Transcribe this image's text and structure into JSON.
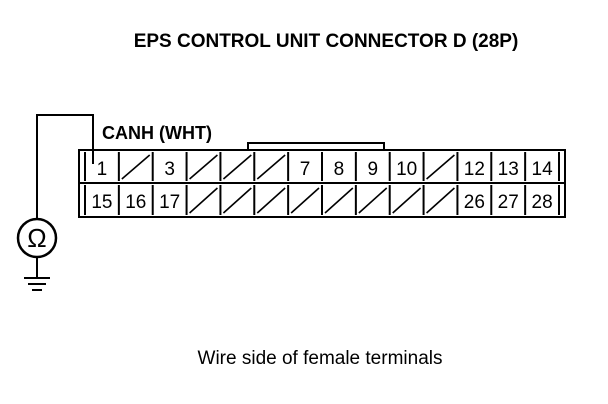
{
  "title": "EPS CONTROL UNIT CONNECTOR D (28P)",
  "probe_label": "CANH (WHT)",
  "caption": "Wire side of female terminals",
  "meter_symbol": "Ω",
  "connector": {
    "top_row": [
      "1",
      "",
      "3",
      "",
      "",
      "",
      "7",
      "8",
      "9",
      "10",
      "",
      "12",
      "13",
      "14"
    ],
    "bottom_row": [
      "15",
      "16",
      "17",
      "",
      "",
      "",
      "",
      "",
      "",
      "",
      "",
      "26",
      "27",
      "28"
    ],
    "probe_pin": "1"
  },
  "colors": {
    "line": "#000000",
    "background": "#ffffff"
  }
}
